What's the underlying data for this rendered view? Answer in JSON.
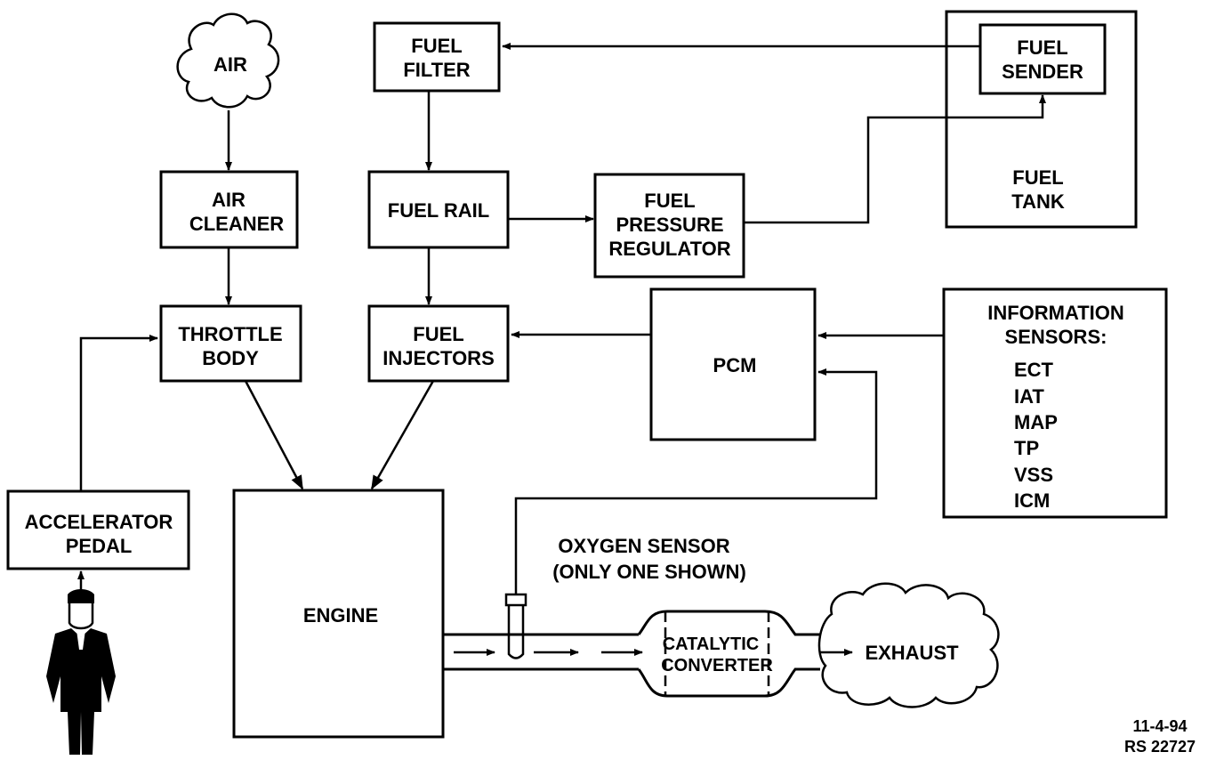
{
  "nodes": {
    "air": {
      "label": "AIR"
    },
    "air_cleaner": {
      "lines": [
        "AIR",
        "CLEANER"
      ]
    },
    "throttle_body": {
      "lines": [
        "THROTTLE",
        "BODY"
      ]
    },
    "accelerator_pedal": {
      "lines": [
        "ACCELERATOR",
        "PEDAL"
      ]
    },
    "fuel_filter": {
      "lines": [
        "FUEL",
        "FILTER"
      ]
    },
    "fuel_rail": {
      "label": "FUEL RAIL"
    },
    "fuel_injectors": {
      "lines": [
        "FUEL",
        "INJECTORS"
      ]
    },
    "fuel_pressure_regulator": {
      "lines": [
        "FUEL",
        "PRESSURE",
        "REGULATOR"
      ]
    },
    "fuel_tank": {
      "lines": [
        "FUEL",
        "TANK"
      ]
    },
    "fuel_sender": {
      "lines": [
        "FUEL",
        "SENDER"
      ]
    },
    "pcm": {
      "label": "PCM"
    },
    "information_sensors": {
      "lines": [
        "INFORMATION",
        "SENSORS:"
      ],
      "items": [
        "ECT",
        "IAT",
        "MAP",
        "TP",
        "VSS",
        "ICM"
      ]
    },
    "engine": {
      "label": "ENGINE"
    },
    "oxygen_sensor": {
      "lines": [
        "OXYGEN SENSOR",
        "(ONLY ONE SHOWN)"
      ]
    },
    "catalytic_converter": {
      "lines": [
        "CATALYTIC",
        "CONVERTER"
      ]
    },
    "exhaust": {
      "label": "EXHAUST"
    }
  },
  "footer": {
    "date": "11-4-94",
    "ref": "RS 22727"
  }
}
